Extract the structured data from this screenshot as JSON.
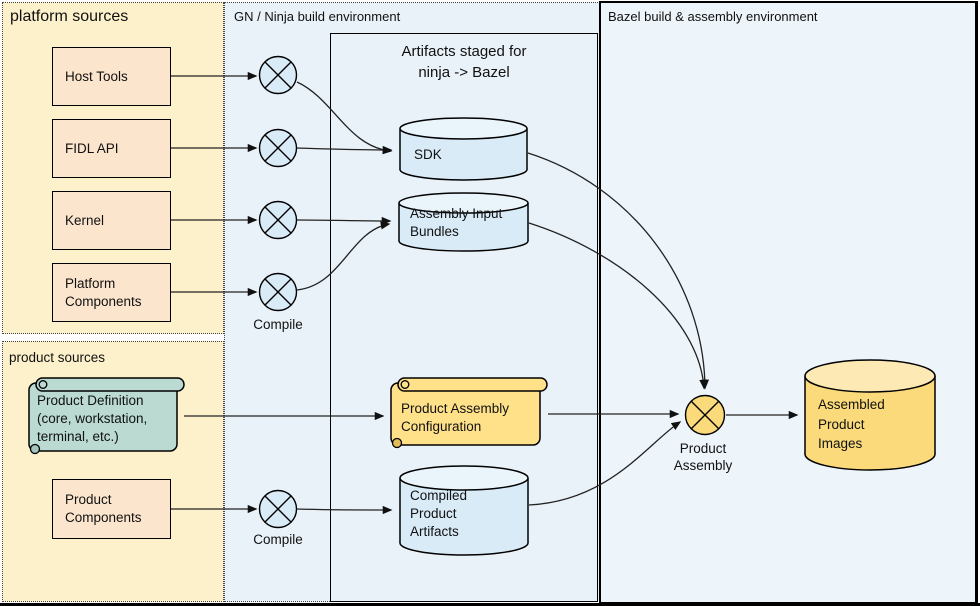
{
  "regions": {
    "platform_title": "platform sources",
    "product_title": "product sources",
    "gn_title": "GN / Ninja build environment",
    "bazel_title": "Bazel build & assembly environment"
  },
  "staging": {
    "title": "Artifacts staged for\nninja -> Bazel"
  },
  "nodes": {
    "host_tools": "Host Tools",
    "fidl_api": "FIDL API",
    "kernel": "Kernel",
    "platform_components": "Platform\nComponents",
    "product_definition": "Product Definition\n(core, workstation,\nterminal, etc.)",
    "product_components": "Product\nComponents",
    "sdk": "SDK",
    "assembly_input_bundles": "Assembly Input\nBundles",
    "product_assembly_configuration": "Product Assembly\nConfiguration",
    "compiled_product_artifacts": "Compiled\nProduct\nArtifacts",
    "product_assembly": "Product\nAssembly",
    "assembled_product_images": "Assembled\nProduct\nImages"
  },
  "labels": {
    "compile_platform": "Compile",
    "compile_product": "Compile"
  },
  "colors": {
    "platform_bg": "#FDF1CC",
    "gn_bg": "#EAF2F9",
    "bazel_bg": "#EDF4FA",
    "source_box": "#FCE5CD",
    "blue_shape": "#D9EBF7",
    "blue_shape_top": "#EAF4FB",
    "teal_scroll": "#BADAD2",
    "yellow_scroll": "#FFE18A",
    "gold_shape": "#FADA7A",
    "gold_shape_top": "#FCE9B4",
    "stroke": "#000000"
  }
}
